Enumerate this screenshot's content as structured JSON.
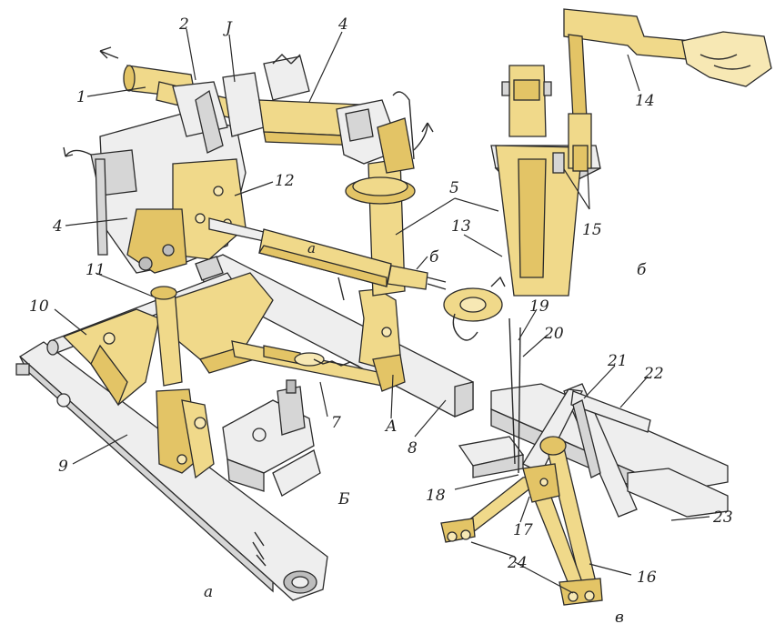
{
  "labels": {
    "n1": "1",
    "n2": "2",
    "n3": "J",
    "n4_top": "4",
    "n4_left": "4",
    "n5": "5",
    "n6": "б",
    "n7": "7",
    "n8": "8",
    "n9": "9",
    "n10": "10",
    "n11": "11",
    "n12": "12",
    "n13": "13",
    "n14": "14",
    "n15": "15",
    "n16": "16",
    "n17": "17",
    "n18": "18",
    "n19": "19",
    "n20": "20",
    "n21": "21",
    "n22": "22",
    "n23": "23",
    "n24": "24",
    "A": "A",
    "B": "Б",
    "sub_a": "a",
    "sub_b": "б",
    "sub_v": "в",
    "rod_a": "a"
  },
  "colors": {
    "yellow_light": "#f7e8b4",
    "yellow": "#f0d98a",
    "yellow_dark": "#e3c466",
    "grey_light": "#eeeeee",
    "grey": "#d6d6d6",
    "grey_dark": "#bdbdbd",
    "ink": "#2a2a2a"
  }
}
